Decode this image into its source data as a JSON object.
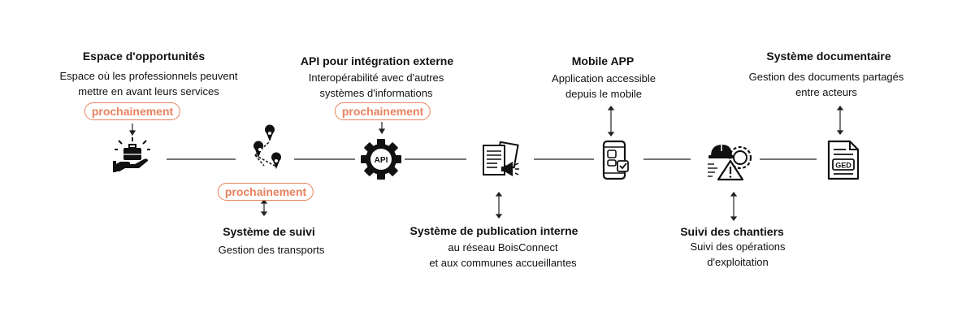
{
  "nodes": [
    {
      "id": "opportunites",
      "icon": "briefcase-hand-icon",
      "title": "Espace d'opportunités",
      "description": [
        "Espace où les professionnels peuvent",
        "mettre en avant leurs services"
      ],
      "badge": "prochainement"
    },
    {
      "id": "suivi",
      "icon": "map-route-icon",
      "title": "Système de suivi",
      "description": [
        "Gestion des transports"
      ],
      "badge": "prochainement"
    },
    {
      "id": "api",
      "icon": "api-gear-icon",
      "icon_text": "API",
      "title": "API pour intégration externe",
      "description": [
        "Interopérabilité avec d'autres",
        "systèmes d'informations"
      ],
      "badge": "prochainement"
    },
    {
      "id": "publication",
      "icon": "documents-megaphone-icon",
      "title": "Système de publication  interne",
      "description": [
        "au réseau BoisConnect",
        "et aux communes accueillantes"
      ]
    },
    {
      "id": "mobile",
      "icon": "mobile-app-icon",
      "title": "Mobile APP",
      "description": [
        "Application accessible",
        "depuis le mobile"
      ]
    },
    {
      "id": "chantiers",
      "icon": "helmet-warning-gear-icon",
      "title": "Suivi des chantiers",
      "description": [
        "Suivi des opérations",
        "d'exploitation"
      ]
    },
    {
      "id": "documentaire",
      "icon": "ged-document-icon",
      "icon_text": "GED",
      "title": "Système documentaire",
      "description": [
        "Gestion des documents partagés",
        "entre acteurs"
      ]
    }
  ],
  "colors": {
    "accent": "#e8825e",
    "text": "#111111",
    "line": "#222222"
  }
}
